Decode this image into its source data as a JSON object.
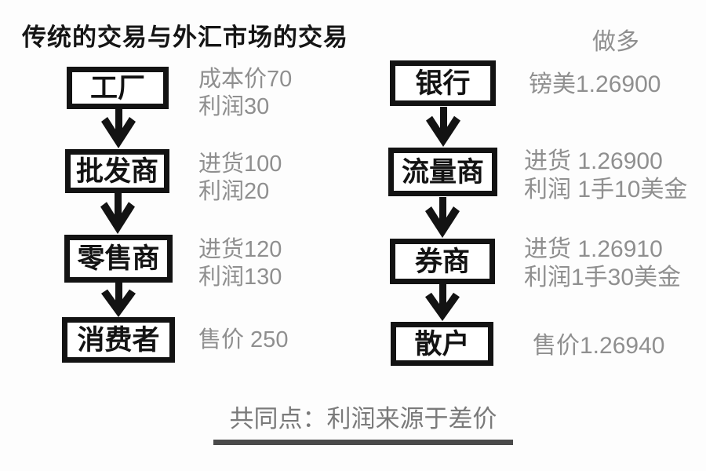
{
  "title": "传统的交易与外汇市场的交易",
  "traditional_flow": {
    "nodes": [
      {
        "label": "工厂",
        "notes": [
          "成本价70",
          "利润30"
        ]
      },
      {
        "label": "批发商",
        "notes": [
          "进货100",
          "利润20"
        ]
      },
      {
        "label": "零售商",
        "notes": [
          "进货120",
          "利润130"
        ]
      },
      {
        "label": "消费者",
        "notes": [
          "售价 250"
        ]
      }
    ]
  },
  "forex_flow": {
    "direction_label": "做多",
    "nodes": [
      {
        "label": "银行",
        "notes": [
          "镑美1.26900"
        ]
      },
      {
        "label": "流量商",
        "notes": [
          "进货 1.26900",
          "利润 1手10美金"
        ]
      },
      {
        "label": "券商",
        "notes": [
          "进货 1.26910",
          "利润1手30美金"
        ]
      },
      {
        "label": "散户",
        "notes": [
          "售价1.26940"
        ]
      }
    ]
  },
  "footer": {
    "text": "共同点：利润来源于差价"
  },
  "colors": {
    "ink": "#131313",
    "note_gray": "#8f8f8f",
    "footer_text": "#7a7a7a",
    "underline": "#4a4a4a",
    "background": "#fdfdfd"
  }
}
